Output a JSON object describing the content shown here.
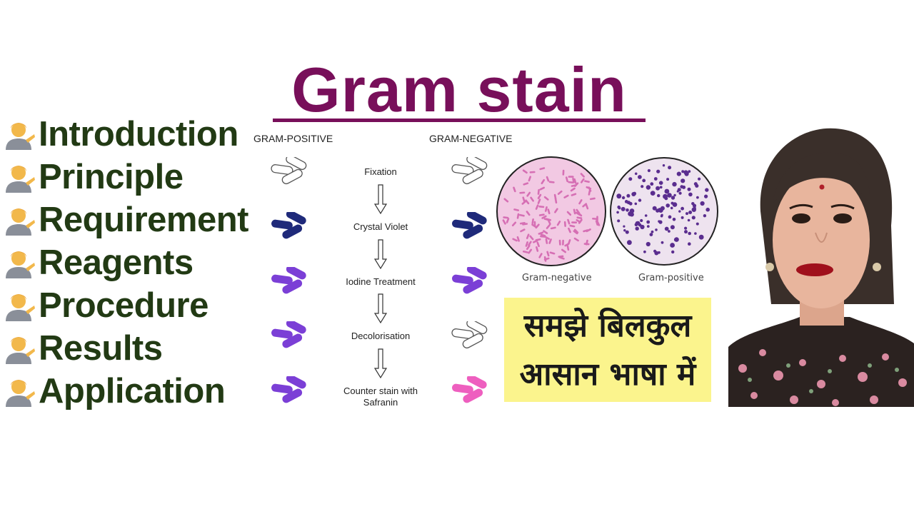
{
  "title": "Gram stain",
  "topics": [
    {
      "label": "Introduction"
    },
    {
      "label": "Principle"
    },
    {
      "label": "Requirement"
    },
    {
      "label": "Reagents"
    },
    {
      "label": "Procedure"
    },
    {
      "label": "Results"
    },
    {
      "label": "Application"
    }
  ],
  "topic_icon": "person-tipping-hand-icon",
  "columns": {
    "positive": "GRAM-POSITIVE",
    "negative": "GRAM-NEGATIVE"
  },
  "steps": [
    {
      "label": "Fixation",
      "positive_color": "#ffffff",
      "negative_color": "#ffffff"
    },
    {
      "label": "Crystal Violet",
      "positive_color": "#1f2a7a",
      "negative_color": "#1f2a7a"
    },
    {
      "label": "Iodine Treatment",
      "positive_color": "#7b3fd6",
      "negative_color": "#7b3fd6"
    },
    {
      "label": "Decolorisation",
      "positive_color": "#7b3fd6",
      "negative_color": "#ffffff"
    },
    {
      "label": "Counter stain with\nSafranin",
      "positive_color": "#7b3fd6",
      "negative_color": "#ee5fbf"
    }
  ],
  "micrographs": [
    {
      "caption": "Gram-negative",
      "background": "#f2c9e3",
      "cell_color": "#d66fb4"
    },
    {
      "caption": "Gram-positive",
      "background": "#eee3ef",
      "cell_color": "#5a2d8f"
    }
  ],
  "hindi_text": [
    "समझे बिलकुल",
    "आसान भाषा में"
  ],
  "colors": {
    "title": "#780f5a",
    "topics": "#223a14",
    "highlight": "#fbf48d"
  }
}
